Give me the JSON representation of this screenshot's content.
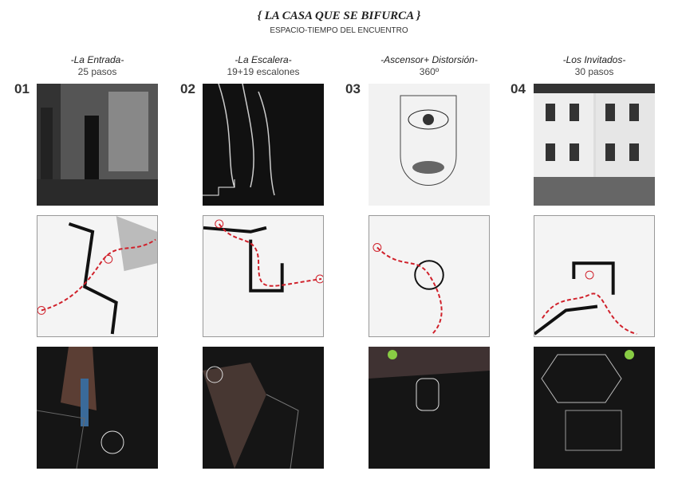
{
  "title": "{ LA CASA QUE SE BIFURCA }",
  "subtitle": "ESPACIO-TIEMPO DEL ENCUENTRO",
  "columns": [
    {
      "number": "01",
      "name": "-La Entrada-",
      "detail": "25 pasos"
    },
    {
      "number": "02",
      "name": "-La Escalera-",
      "detail": "19+19 escalones"
    },
    {
      "number": "03",
      "name": "-Ascensor+ Distorsión-",
      "detail": "360º"
    },
    {
      "number": "04",
      "name": "-Los Invitados-",
      "detail": "30 pasos"
    }
  ],
  "colors": {
    "route": "#d0202a",
    "render_bg": "#151515"
  }
}
